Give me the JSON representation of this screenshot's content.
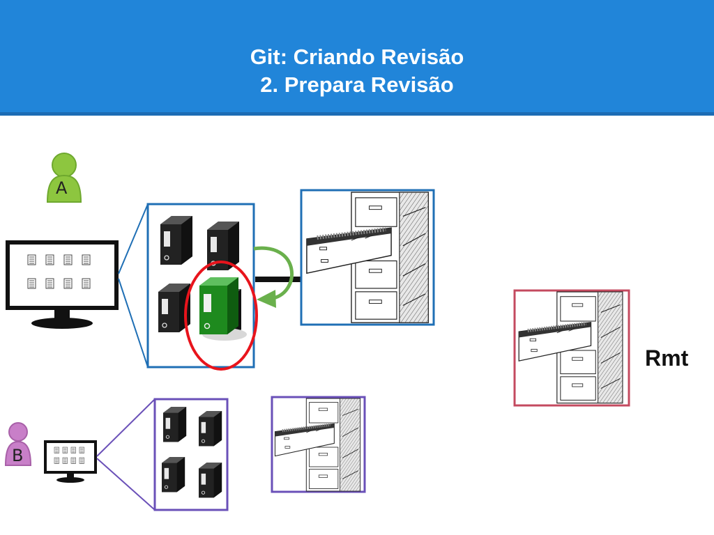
{
  "slide": {
    "title_line1": "Git: Criando Revisão",
    "title_line2": "2. Prepara Revisão",
    "remote_label": "Rmt"
  },
  "users": [
    {
      "letter": "A",
      "color": "#8dc63f"
    },
    {
      "letter": "B",
      "color": "#c87fc8"
    }
  ],
  "colors": {
    "header": "#2185d9",
    "user_a_frame": "#1f6fb5",
    "user_b_frame": "#6a50b8",
    "remote_frame": "#c44a5f",
    "highlight_ring": "#e8141c",
    "staged_binder": "#1e8a1e",
    "arrow": "#6ab04c"
  },
  "icons": [
    "user-a-icon",
    "user-b-icon",
    "monitor-icon",
    "binder-icon",
    "file-cabinet-icon",
    "curved-arrow-icon"
  ]
}
